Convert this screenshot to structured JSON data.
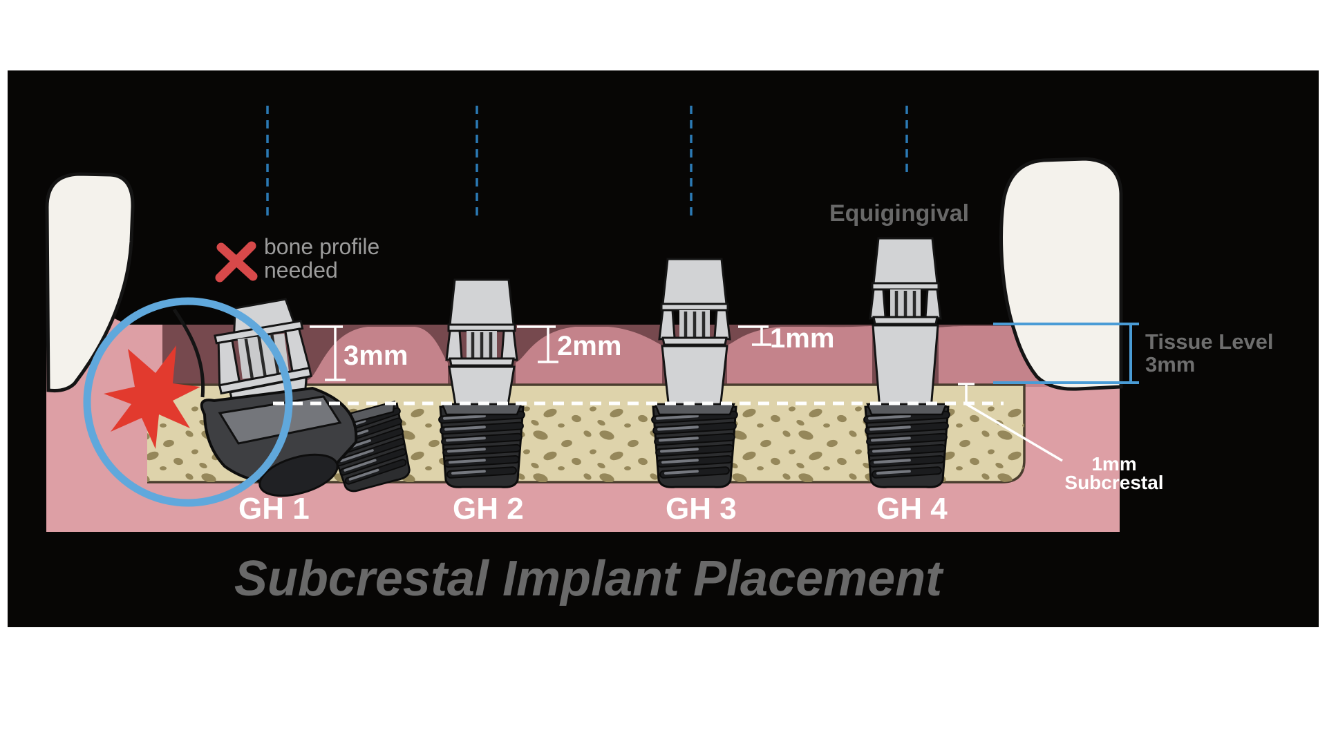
{
  "title": {
    "text": "Subcrestal Implant Placement"
  },
  "labels": {
    "bone_profile_line1": "bone profile",
    "bone_profile_line2": "needed",
    "equigingival": "Equigingival",
    "tissue_level_line1": "Tissue Level",
    "tissue_level_line2": "3mm",
    "subcrestal_line1": "1mm",
    "subcrestal_line2": "Subcrestal"
  },
  "implants": [
    {
      "label": "GH 1"
    },
    {
      "label": "GH 2"
    },
    {
      "label": "GH 3"
    },
    {
      "label": "GH 4"
    }
  ],
  "measurements": [
    {
      "site": "GH 1",
      "pocket_depth": "3mm"
    },
    {
      "site": "GH 2",
      "pocket_depth": "2mm"
    },
    {
      "site": "GH 3",
      "pocket_depth": "1mm"
    },
    {
      "site": "GH 4",
      "pocket_depth": "Equigingival"
    }
  ],
  "icons": [
    "x-mark-icon",
    "warning-burst-icon",
    "magnifier-circle-icon"
  ],
  "colors": {
    "canvas_black": "#070605",
    "gum_light": "#dd9fa5",
    "gum_mound": "#c4838b",
    "gum_dark": "#76494e",
    "bone": "#ded3ab",
    "bone_speckle": "#95875a",
    "implant_dark": "#2c2d2f",
    "abutment_gray": "#d2d3d5",
    "magnifier_blue": "#60a8dc",
    "guide_line_blue": "#2b7ab5",
    "bracket_blue": "#4a9cd6",
    "warning_red": "#d7494a",
    "note_gray": "#9c9c9c",
    "title_gray": "#696969",
    "measure_white": "#ffffff"
  }
}
